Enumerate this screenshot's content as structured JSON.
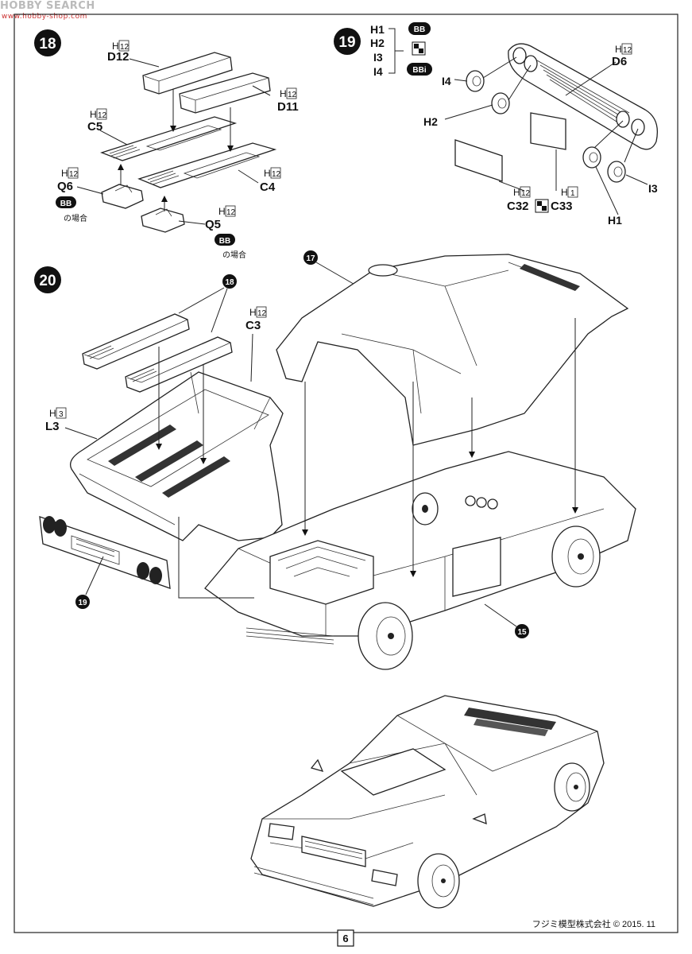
{
  "watermark": {
    "text": "HOBBY SEARCH",
    "site": "www.hobby-shop.com"
  },
  "steps": {
    "s18": "18",
    "s19": "19",
    "s20": "20",
    "s17": "17",
    "s15": "15"
  },
  "parts": {
    "D12": "D12",
    "D11": "D11",
    "C5": "C5",
    "C4": "C4",
    "Q6": "Q6",
    "Q5": "Q5",
    "H1": "H1",
    "H2": "H2",
    "I3": "I3",
    "I4": "I4",
    "D6": "D6",
    "C32": "C32",
    "C33": "C33",
    "C3": "C3",
    "L3": "L3"
  },
  "runners": {
    "h12": "12",
    "h1": "1",
    "h3": "3",
    "letter": "H"
  },
  "badges": {
    "bb": "BB",
    "bbi": "BBi"
  },
  "notes": {
    "bb_case": "の場合"
  },
  "footer": {
    "copyright": "フジミ模型株式会社 © 2015. 11",
    "page": "6"
  }
}
